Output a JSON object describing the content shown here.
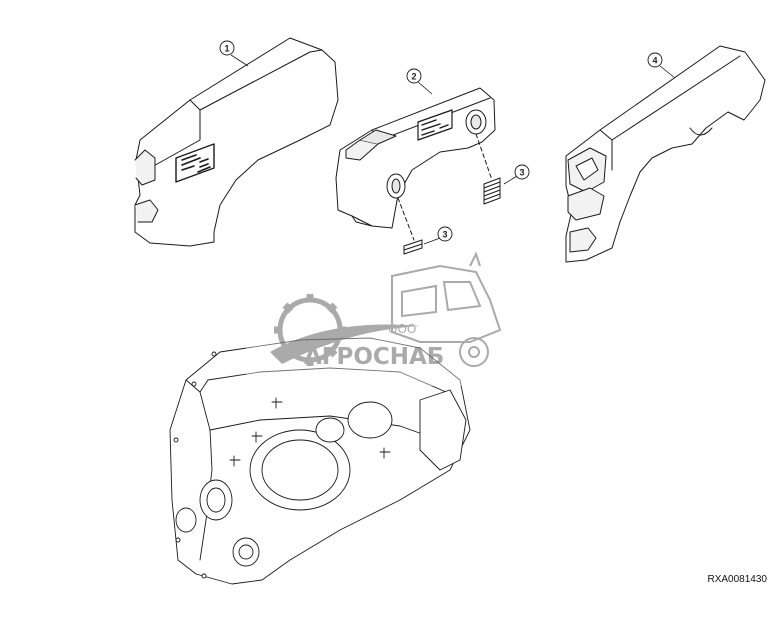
{
  "callouts": [
    {
      "id": "1",
      "label": "1"
    },
    {
      "id": "2",
      "label": "2"
    },
    {
      "id": "3a",
      "label": "3"
    },
    {
      "id": "3b",
      "label": "3"
    },
    {
      "id": "4",
      "label": "4"
    }
  ],
  "watermark": {
    "name": "АГРОСНАБ",
    "prefix": "ООО"
  },
  "figure_id": "RXA0081430",
  "colors": {
    "line": "#1a1a1a",
    "watermark": "#8a8a8a",
    "background": "#ffffff"
  }
}
